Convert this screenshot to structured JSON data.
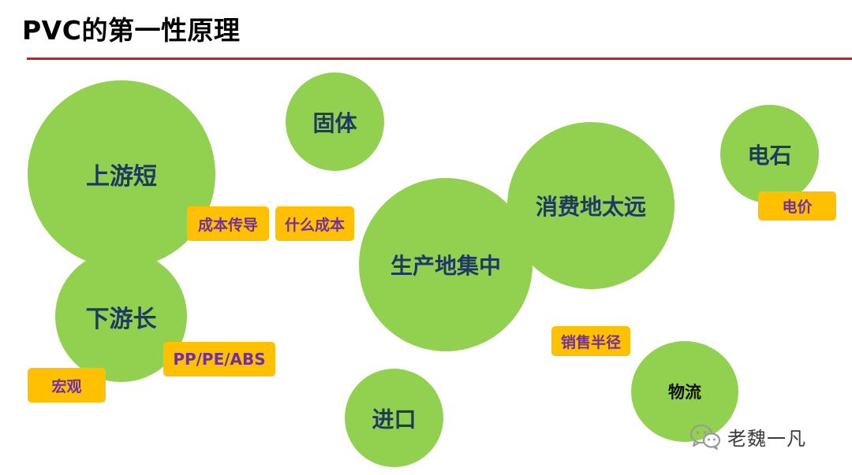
{
  "title": "PVC的第一性原理",
  "bubbles": {
    "upstream_short": "上游短",
    "downstream_long": "下游长",
    "solid": "固体",
    "production_concentrated": "生产地集中",
    "consumption_far": "消费地太远",
    "calcium_carbide": "电石",
    "import": "进口",
    "logistics": "物流"
  },
  "tags": {
    "cost_transmission": "成本传导",
    "what_cost": "什么成本",
    "pp_pe_abs": "PP/PE/ABS",
    "macro": "宏观",
    "electricity_price": "电价",
    "sales_radius": "销售半径"
  },
  "watermark": {
    "text": "老魏一凡",
    "icon": "wechat-icon"
  },
  "colors": {
    "bubble": "#92d050",
    "bubble_text": "#1f3864",
    "tag_bg": "#ffc000",
    "tag_text": "#7030a0",
    "rule": "#d7191c"
  }
}
